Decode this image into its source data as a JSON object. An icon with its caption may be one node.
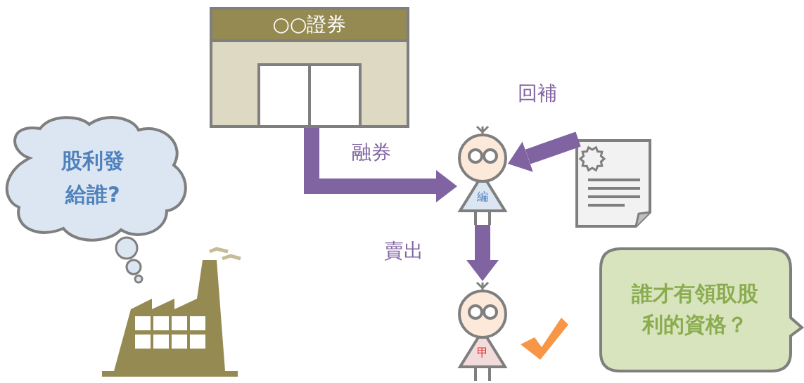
{
  "diagram": {
    "nodes": [
      {
        "text": [
          "○○證券"
        ]
      },
      {
        "text": [
          "編"
        ]
      },
      {
        "text": [],
        "shape": "picture"
      },
      {
        "text": [
          "甲"
        ]
      },
      {
        "text": [
          "股利發給誰?"
        ]
      },
      {
        "text": [
          "誰才有領取股利的資格？"
        ]
      }
    ],
    "edges": [
      {
        "from": 0,
        "to": 1,
        "arrow": "to",
        "label": "融券"
      },
      {
        "from": 2,
        "to": 1,
        "arrow": "to",
        "label": "回補"
      },
      {
        "from": 1,
        "to": 3,
        "arrow": "to",
        "label": "賣出"
      }
    ]
  }
}
